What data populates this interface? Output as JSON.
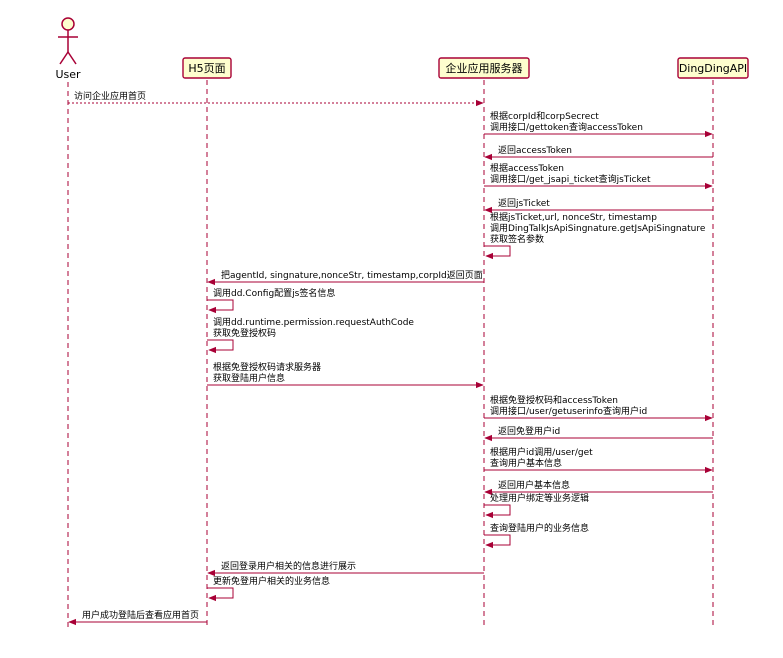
{
  "participants": [
    {
      "id": "user",
      "label": "User",
      "kind": "actor"
    },
    {
      "id": "h5",
      "label": "H5页面",
      "kind": "box"
    },
    {
      "id": "server",
      "label": "企业应用服务器",
      "kind": "box"
    },
    {
      "id": "api",
      "label": "DingDingAPI",
      "kind": "box"
    }
  ],
  "colors": {
    "line": "#a80036",
    "box_fill": "#fefece"
  },
  "messages": [
    {
      "from": "user",
      "to": "server",
      "lines": [
        "访问企业应用首页"
      ],
      "style": "dashed"
    },
    {
      "from": "server",
      "to": "api",
      "lines": [
        "根据corpId和corpSecrect",
        "调用接口/gettoken查询accessToken"
      ],
      "style": "solid"
    },
    {
      "from": "api",
      "to": "server",
      "lines": [
        "返回accessToken"
      ],
      "style": "solid"
    },
    {
      "from": "server",
      "to": "api",
      "lines": [
        "根据accessToken",
        "调用接口/get_jsapi_ticket查询jsTicket"
      ],
      "style": "solid"
    },
    {
      "from": "api",
      "to": "server",
      "lines": [
        "返回jsTicket"
      ],
      "style": "solid"
    },
    {
      "from": "server",
      "to": "server",
      "lines": [
        "根据jsTicket,url, nonceStr, timestamp",
        "调用DingTalkJsApiSingnature.getJsApiSingnature",
        "获取签名参数"
      ],
      "style": "solid"
    },
    {
      "from": "server",
      "to": "h5",
      "lines": [
        "把agentId, singnature,nonceStr, timestamp,corpId返回页面"
      ],
      "style": "solid"
    },
    {
      "from": "h5",
      "to": "h5",
      "lines": [
        "调用dd.Config配置js签名信息"
      ],
      "style": "solid"
    },
    {
      "from": "h5",
      "to": "h5",
      "lines": [
        "调用dd.runtime.permission.requestAuthCode",
        "获取免登授权码"
      ],
      "style": "solid"
    },
    {
      "from": "h5",
      "to": "server",
      "lines": [
        "根据免登授权码请求服务器",
        "获取登陆用户信息"
      ],
      "style": "solid"
    },
    {
      "from": "server",
      "to": "api",
      "lines": [
        "根据免登授权码和accessToken",
        "调用接口/user/getuserinfo查询用户id"
      ],
      "style": "solid"
    },
    {
      "from": "api",
      "to": "server",
      "lines": [
        "返回免登用户id"
      ],
      "style": "solid"
    },
    {
      "from": "server",
      "to": "api",
      "lines": [
        "根据用户id调用/user/get",
        "查询用户基本信息"
      ],
      "style": "solid"
    },
    {
      "from": "api",
      "to": "server",
      "lines": [
        "返回用户基本信息"
      ],
      "style": "solid"
    },
    {
      "from": "server",
      "to": "server",
      "lines": [
        "处理用户绑定等业务逻辑"
      ],
      "style": "solid"
    },
    {
      "from": "server",
      "to": "server",
      "lines": [
        "查询登陆用户的业务信息"
      ],
      "style": "solid"
    },
    {
      "from": "server",
      "to": "h5",
      "lines": [
        "返回登录用户相关的信息进行展示"
      ],
      "style": "solid"
    },
    {
      "from": "h5",
      "to": "h5",
      "lines": [
        "更新免登用户相关的业务信息"
      ],
      "style": "solid"
    },
    {
      "from": "h5",
      "to": "user",
      "lines": [
        "用户成功登陆后查看应用首页"
      ],
      "style": "solid"
    }
  ]
}
